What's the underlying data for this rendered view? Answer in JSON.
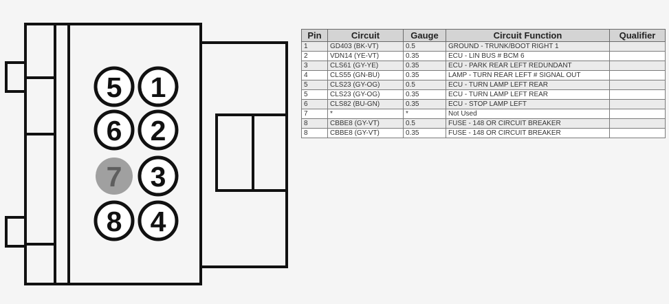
{
  "connector": {
    "pins": [
      {
        "label": "5",
        "highlighted": false
      },
      {
        "label": "1",
        "highlighted": false
      },
      {
        "label": "6",
        "highlighted": false
      },
      {
        "label": "2",
        "highlighted": false
      },
      {
        "label": "7",
        "highlighted": true
      },
      {
        "label": "3",
        "highlighted": false
      },
      {
        "label": "8",
        "highlighted": false
      },
      {
        "label": "4",
        "highlighted": false
      }
    ],
    "colors": {
      "outline": "#111111",
      "pin_fill": "#ffffff",
      "highlight_fill": "#a0a0a0",
      "highlight_text": "#5e5e5e"
    }
  },
  "table": {
    "headers": {
      "pin": "Pin",
      "circuit": "Circuit",
      "gauge": "Gauge",
      "function": "Circuit Function",
      "qualifier": "Qualifier"
    },
    "rows": [
      {
        "pin": "1",
        "circuit": "GD403 (BK-VT)",
        "gauge": "0.5",
        "function": "GROUND - TRUNK/BOOT RIGHT 1",
        "qualifier": ""
      },
      {
        "pin": "2",
        "circuit": "VDN14 (YE-VT)",
        "gauge": "0.35",
        "function": "ECU - LIN BUS # BCM 6",
        "qualifier": ""
      },
      {
        "pin": "3",
        "circuit": "CLS61 (GY-YE)",
        "gauge": "0.35",
        "function": "ECU - PARK REAR LEFT REDUNDANT",
        "qualifier": ""
      },
      {
        "pin": "4",
        "circuit": "CLS55 (GN-BU)",
        "gauge": "0.35",
        "function": "LAMP - TURN REAR LEFT # SIGNAL OUT",
        "qualifier": ""
      },
      {
        "pin": "5",
        "circuit": "CLS23 (GY-OG)",
        "gauge": "0.5",
        "function": "ECU - TURN LAMP LEFT REAR",
        "qualifier": ""
      },
      {
        "pin": "5",
        "circuit": "CLS23 (GY-OG)",
        "gauge": "0.35",
        "function": "ECU - TURN LAMP LEFT REAR",
        "qualifier": ""
      },
      {
        "pin": "6",
        "circuit": "CLS82 (BU-GN)",
        "gauge": "0.35",
        "function": "ECU - STOP LAMP LEFT",
        "qualifier": ""
      },
      {
        "pin": "7",
        "circuit": "*",
        "gauge": "*",
        "function": "Not Used",
        "qualifier": ""
      },
      {
        "pin": "8",
        "circuit": "CBBE8 (GY-VT)",
        "gauge": "0.5",
        "function": "FUSE - 148 OR CIRCUIT BREAKER",
        "qualifier": ""
      },
      {
        "pin": "8",
        "circuit": "CBBE8 (GY-VT)",
        "gauge": "0.35",
        "function": "FUSE - 148 OR CIRCUIT BREAKER",
        "qualifier": ""
      }
    ]
  }
}
